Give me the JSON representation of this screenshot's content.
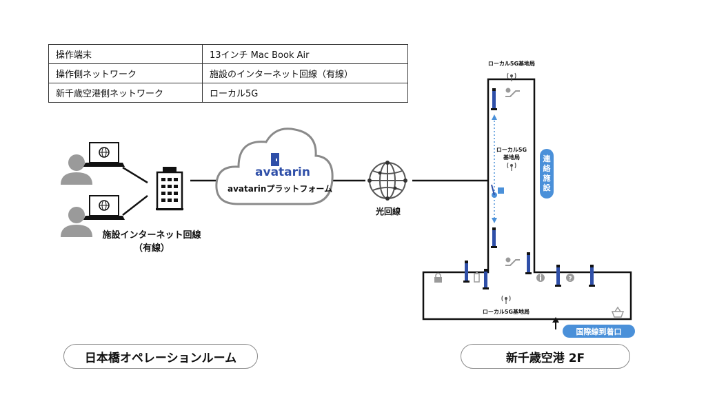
{
  "spec_table": [
    {
      "key": "操作端末",
      "value": "13インチ  Mac Book Air"
    },
    {
      "key": "操作側ネットワーク",
      "value": "施設のインターネット回線（有線）"
    },
    {
      "key": "新千歳空港側ネットワーク",
      "value": "ローカル5G"
    }
  ],
  "left": {
    "line_label_1": "施設インターネット回線",
    "line_label_2": "（有線）",
    "room_label": "日本橋オペレーションルーム"
  },
  "cloud": {
    "logo": "avatarin",
    "platform_label": "avatarinプラットフォーム"
  },
  "fiber_label": "光回線",
  "airport": {
    "base_station_top": "ローカル5G基地局",
    "base_station_mid_1": "ローカル5G",
    "base_station_mid_2": "基地局",
    "base_station_bottom": "ローカル5G基地局",
    "connection_facility": [
      "連",
      "絡",
      "施",
      "設"
    ],
    "arrival_gate": "国際線到着口",
    "floor_label": "新千歳空港  2F"
  },
  "colors": {
    "accent_blue": "#4a90d9",
    "icon_gray": "#9a9a9a",
    "robot_blue": "#2f4fa8"
  }
}
